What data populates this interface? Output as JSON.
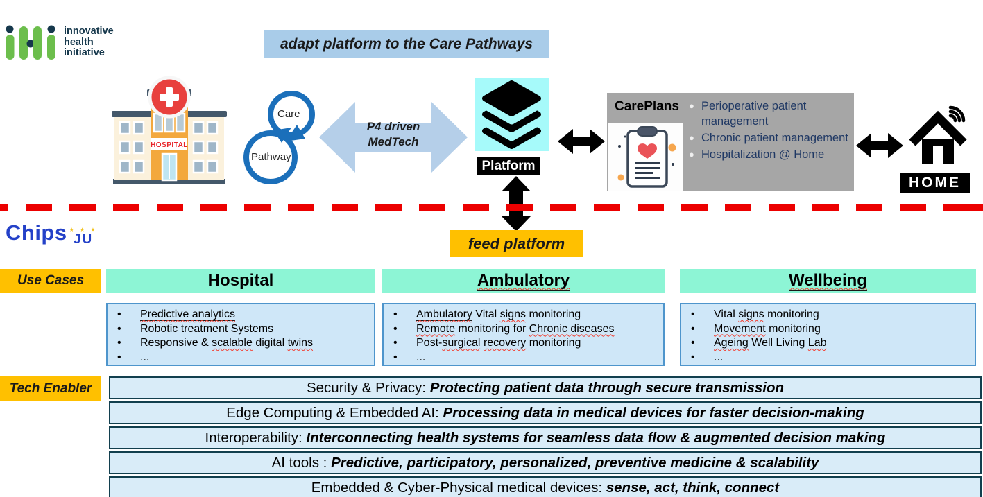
{
  "logo_ihi": {
    "line1": "innovative",
    "line2": "health",
    "line3": "initiative"
  },
  "banner": {
    "text": "adapt platform to the Care Pathways"
  },
  "care_pathway": {
    "care": "Care",
    "pathway": "Pathway"
  },
  "p4_arrow": {
    "line1": "P4 driven",
    "line2": "MedTech"
  },
  "platform": {
    "label": "Platform"
  },
  "careplans": {
    "title": "CarePlans",
    "items": [
      "Perioperative patient management",
      "Chronic patient management",
      "Hospitalization @ Home"
    ]
  },
  "home": {
    "label": "HOME"
  },
  "chipsju": {
    "word": "Chips",
    "stars": "★ ★ ★",
    "sub": "JU"
  },
  "feed_platform": {
    "text": "feed platform"
  },
  "sections": {
    "use_cases_label": "Use Cases",
    "tech_enabler_label": "Tech Enabler"
  },
  "icons": {
    "hospital_sign": "HOSPITAL"
  },
  "use_cases": [
    {
      "title": "Hospital",
      "items": [
        [
          {
            "t": "Predictive analytics",
            "u": true,
            "w": true
          }
        ],
        [
          {
            "t": "Robotic treatment Systems"
          }
        ],
        [
          {
            "t": "Responsive & "
          },
          {
            "t": "scalable",
            "w": true
          },
          {
            "t": " digital "
          },
          {
            "t": "twins",
            "w": true
          }
        ],
        [
          {
            "t": "..."
          }
        ]
      ]
    },
    {
      "title": "Ambulatory",
      "items": [
        [
          {
            "t": "Ambulatory",
            "u": true,
            "w": true
          },
          {
            "t": " Vital "
          },
          {
            "t": "signs",
            "w": true
          },
          {
            "t": " monitoring"
          }
        ],
        [
          {
            "t": "Remote",
            "u": true,
            "w": true
          },
          {
            "t": " monitoring for ",
            "u": true
          },
          {
            "t": "Chronic diseases",
            "u": true,
            "w": true
          }
        ],
        [
          {
            "t": "Post-"
          },
          {
            "t": "surgical",
            "w": true
          },
          {
            "t": " "
          },
          {
            "t": "recovery",
            "w": true
          },
          {
            "t": " monitoring"
          }
        ],
        [
          {
            "t": "..."
          }
        ]
      ]
    },
    {
      "title": "Wellbeing",
      "items": [
        [
          {
            "t": "Vital "
          },
          {
            "t": "signs",
            "w": true
          },
          {
            "t": " monitoring"
          }
        ],
        [
          {
            "t": "Movement",
            "u": true,
            "w": true
          },
          {
            "t": " monitoring"
          }
        ],
        [
          {
            "t": "Ageing",
            "u": true,
            "w": true
          },
          {
            "t": " Well Living ",
            "u": true
          },
          {
            "t": "Lab",
            "u": true,
            "w": true
          }
        ],
        [
          {
            "t": "..."
          }
        ]
      ]
    }
  ],
  "tech_enablers": [
    {
      "prefix": "Security & Privacy: ",
      "emphasis": "Protecting patient data through secure transmission"
    },
    {
      "prefix": "Edge Computing & Embedded AI: ",
      "emphasis": "Processing data in medical devices for faster decision-making"
    },
    {
      "prefix": "Interoperability: ",
      "emphasis": "Interconnecting health systems for seamless data flow & augmented decision making"
    },
    {
      "prefix": "AI tools : ",
      "emphasis": "Predictive, participatory, personalized, preventive medicine & scalability"
    },
    {
      "prefix": "Embedded & Cyber-Physical medical devices: ",
      "emphasis": "sense, act, think, connect"
    }
  ],
  "colors": {
    "accent_orange": "#FFC000",
    "header_green": "#8DF5D5",
    "usecase_box_blue": "#CFE7F8",
    "banner_blue": "#A9CCE9",
    "divider_red": "#EC0000",
    "careplans_gray": "#A6A6A6",
    "platform_cyan": "#A6FAFA",
    "careplan_text_navy": "#1F3864",
    "logo_green": "#6CBE4C",
    "chipsju_blue": "#2441C8"
  }
}
